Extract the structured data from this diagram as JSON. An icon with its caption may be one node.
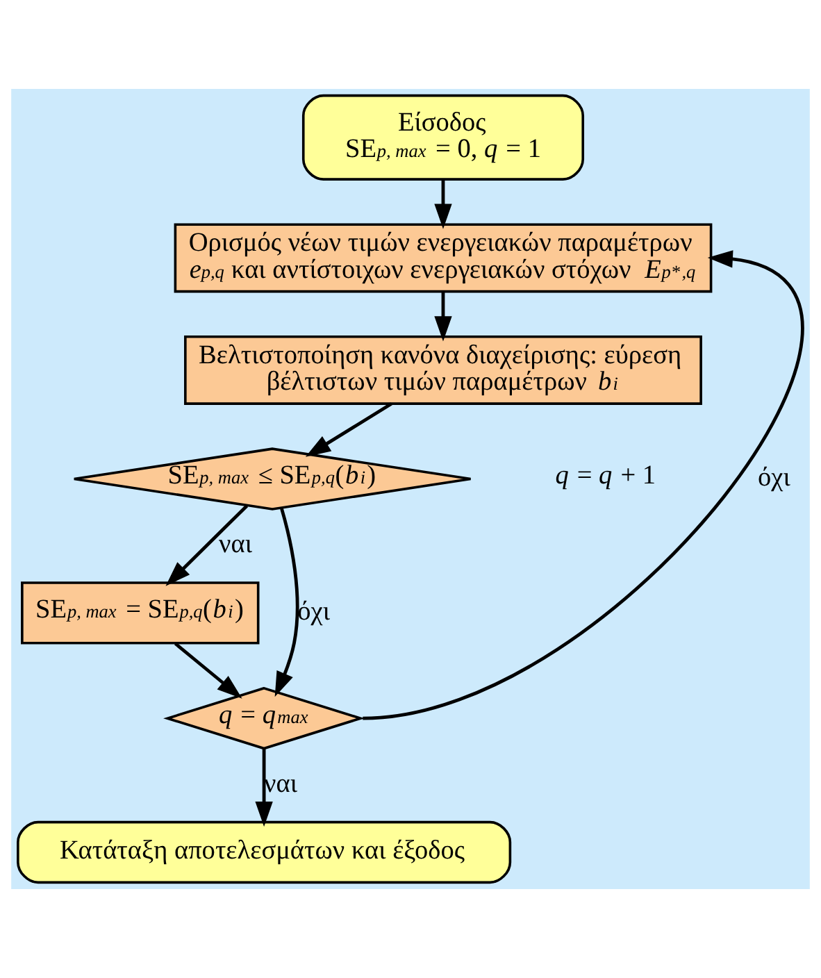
{
  "diagram": {
    "nodes": [
      {
        "text": [
          "Είσοδος",
          "SE$_{p, max}$ = 0, *q* = 1"
        ]
      },
      {
        "text": [
          "Ορισμός νέων τιμών ενεργειακών παραμέτρων *e*$_{p,q}$ και αντίστοιχων ενεργειακών στόχων *E*$_{p}$$^{*}$$_{,q}$"
        ]
      },
      {
        "text": [
          "Βελτιστοποίηση κανόνα διαχείρισης: εύρεση βέλτιστων τιμών παραμέτρων *b*$_{i}$"
        ]
      },
      {
        "text": [
          "SE$_{p, max}$ ≤ SE$_{p,q}$(*b*$_{i}$)"
        ]
      },
      {
        "text": [
          "SE$_{p, max}$ = SE$_{p,q}$(*b*$_{i}$)"
        ]
      },
      {
        "text": [
          "*q* = *q*$_{max}$"
        ]
      },
      {
        "text": [
          "Κατάταξη αποτελεσμάτων και έξοδος"
        ]
      }
    ],
    "edges": [
      {
        "from": 0,
        "to": 1,
        "arrow": "to"
      },
      {
        "from": 1,
        "to": 2,
        "arrow": "to"
      },
      {
        "from": 2,
        "to": 3,
        "arrow": "to"
      },
      {
        "from": 3,
        "to": 4,
        "arrow": "to",
        "label": "ναι"
      },
      {
        "from": 3,
        "to": 5,
        "arrow": "to",
        "label": "όχι"
      },
      {
        "from": 4,
        "to": 5,
        "arrow": "to"
      },
      {
        "from": 5,
        "to": 1,
        "arrow": "to",
        "label": "όχι"
      },
      {
        "from": 5,
        "to": 6,
        "arrow": "to",
        "label": "ναι"
      }
    ],
    "labels": [
      "*q* = *q* + 1"
    ]
  }
}
